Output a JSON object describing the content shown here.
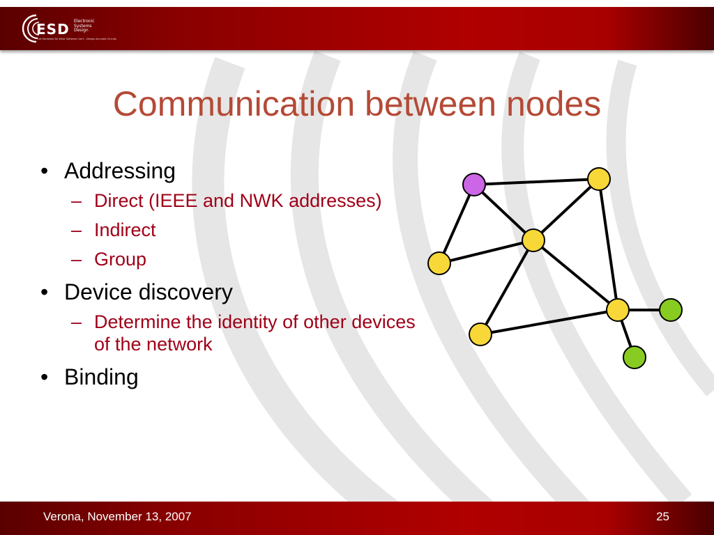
{
  "brand": {
    "logo_letters": "ESD",
    "logo_words": [
      "Electronic",
      "Systems",
      "Design"
    ],
    "tagline": "Let Hardware Do What Software Can't - Design Accurate Circuits",
    "primary_color": "#a00000",
    "title_color": "#b44a36",
    "subtext_color": "#a00018"
  },
  "slide": {
    "title": "Communication between nodes",
    "bullets": [
      {
        "text": "Addressing",
        "sub": [
          "Direct (IEEE and NWK addresses)",
          "Indirect",
          "Group"
        ]
      },
      {
        "text": "Device discovery",
        "sub": [
          "Determine the identity of other devices of the network"
        ]
      },
      {
        "text": "Binding",
        "sub": []
      }
    ]
  },
  "network": {
    "node_colors": {
      "coordinator": "#cc66e6",
      "router": "#f8d838",
      "end_device": "#88cc22"
    },
    "nodes": [
      {
        "role": "coordinator"
      },
      {
        "role": "router"
      },
      {
        "role": "router"
      },
      {
        "role": "router"
      },
      {
        "role": "router"
      },
      {
        "role": "router"
      },
      {
        "role": "end_device"
      },
      {
        "role": "end_device"
      }
    ],
    "links": [
      [
        0,
        1
      ],
      [
        0,
        2
      ],
      [
        0,
        3
      ],
      [
        1,
        2
      ],
      [
        1,
        4
      ],
      [
        2,
        3
      ],
      [
        2,
        5
      ],
      [
        2,
        4
      ],
      [
        5,
        4
      ],
      [
        4,
        6
      ],
      [
        4,
        7
      ]
    ]
  },
  "footer": {
    "text": "Verona, November 13, 2007",
    "page": "25"
  }
}
